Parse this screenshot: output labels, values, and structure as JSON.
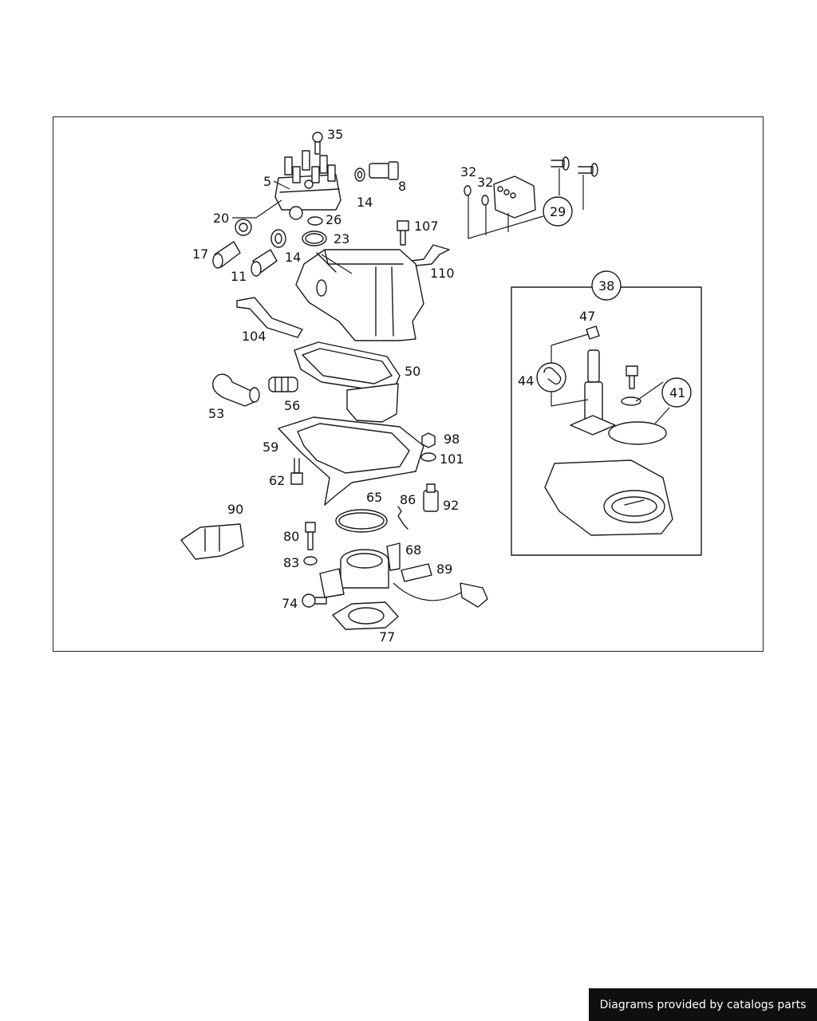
{
  "diagram": {
    "callouts": [
      "35",
      "5",
      "8",
      "14",
      "20",
      "26",
      "23",
      "107",
      "17",
      "14",
      "11",
      "110",
      "104",
      "50",
      "53",
      "56",
      "59",
      "98",
      "101",
      "62",
      "65",
      "86",
      "92",
      "90",
      "80",
      "68",
      "83",
      "89",
      "74",
      "77",
      "32",
      "32",
      "29",
      "38",
      "47",
      "44",
      "41"
    ]
  },
  "footer": {
    "text": "Diagrams provided by catalogs parts"
  },
  "colors": {
    "ink": "#1a1a1a",
    "footer_bg": "#0f0f0f",
    "footer_text": "#ffffff"
  }
}
